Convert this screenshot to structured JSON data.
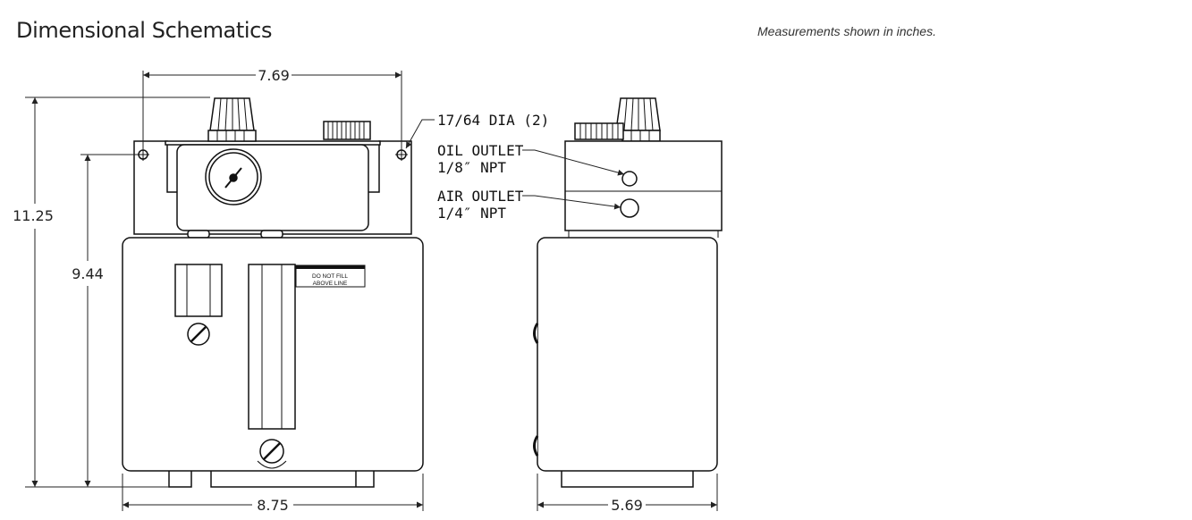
{
  "header": {
    "title": "Dimensional Schematics",
    "note": "Measurements shown in inches."
  },
  "dimensions": {
    "top_width": "7.69",
    "total_height": "11.25",
    "mount_height": "9.44",
    "base_width": "8.75",
    "side_width": "5.69"
  },
  "callouts": {
    "mount_hole": "17/64 DIA (2)",
    "oil_outlet_line1": "OIL OUTLET",
    "oil_outlet_line2": "1/8″ NPT",
    "air_outlet_line1": "AIR OUTLET",
    "air_outlet_line2": "1/4″ NPT"
  },
  "label_plate": {
    "line1": "DO NOT FILL",
    "line2": "ABOVE LINE"
  },
  "colors": {
    "line": "#111111",
    "dim_line": "#222222"
  }
}
